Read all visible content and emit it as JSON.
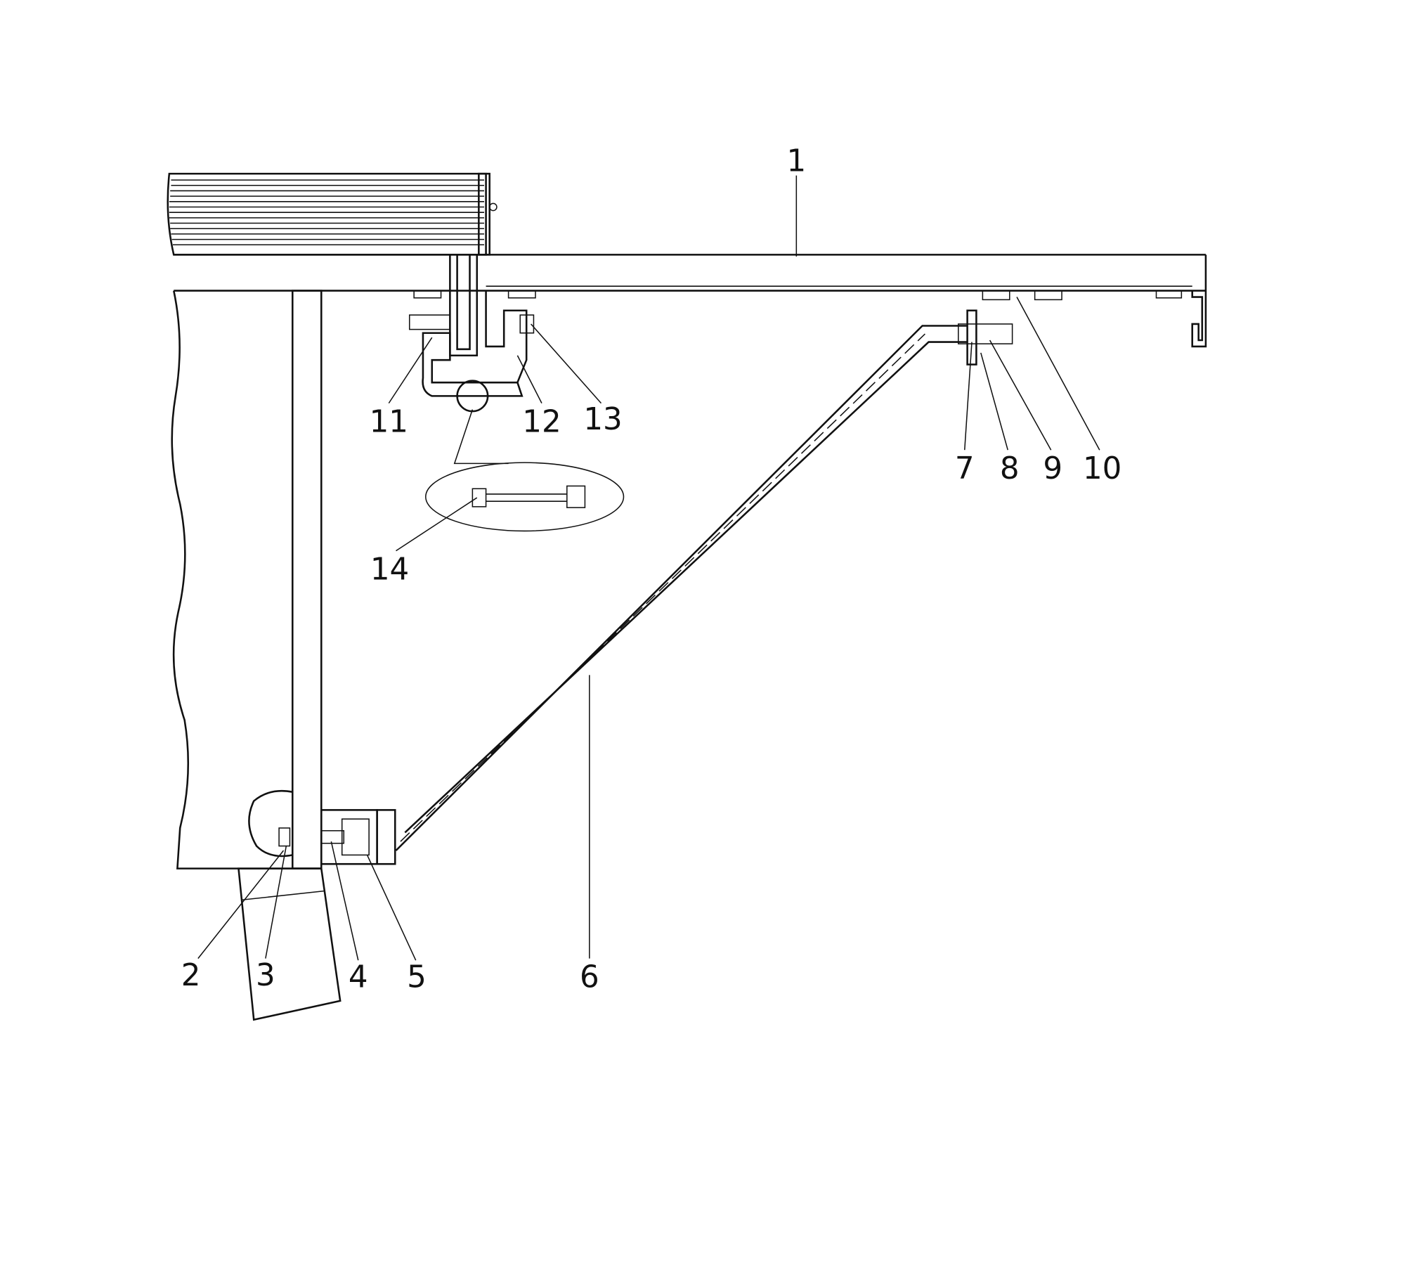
{
  "figure": {
    "labels": {
      "l1": "1",
      "l2": "2",
      "l3": "3",
      "l4": "4",
      "l5": "5",
      "l6": "6",
      "l7": "7",
      "l8": "8",
      "l9": "9",
      "l10": "10",
      "l11": "11",
      "l12": "12",
      "l13": "13",
      "l14": "14"
    },
    "colors": {
      "line": "#111111",
      "background": "#ffffff",
      "hatch": "#dddddd"
    }
  }
}
